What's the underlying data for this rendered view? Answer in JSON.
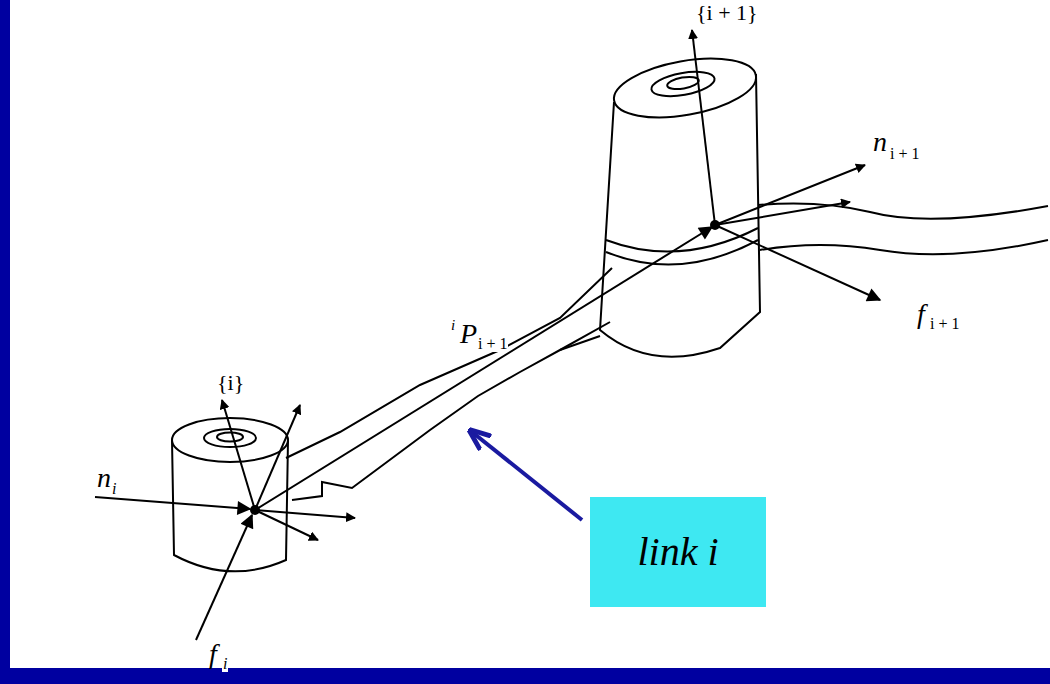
{
  "diagram": {
    "nodes": [
      {
        "text": [
          "link i"
        ]
      }
    ],
    "labels": [
      "{i + 1}",
      "n",
      "i + 1",
      "f",
      "i + 1",
      "{i}",
      "i",
      "P",
      "i + 1",
      "n",
      "i",
      "f",
      "i"
    ]
  }
}
